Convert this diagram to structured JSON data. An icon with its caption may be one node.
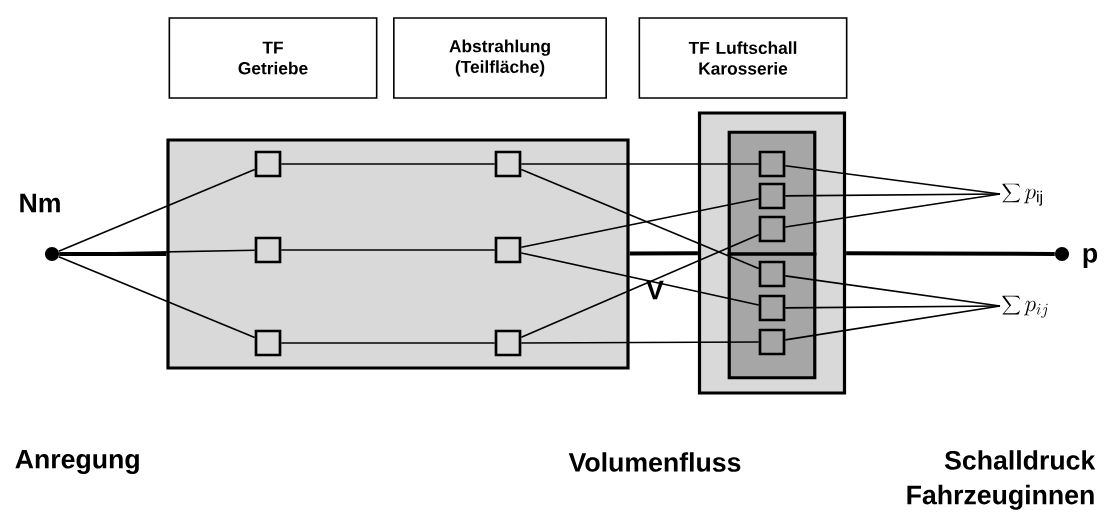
{
  "diagram": {
    "nodes": [
      {
        "text": [
          "TF Getriebe"
        ]
      },
      {
        "text": [
          "Abstrahlung (Teilfläche)"
        ]
      },
      {
        "text": [
          "TF Luftschall Karosserie"
        ]
      },
      {
        "text": [],
        "shape": "box"
      },
      {
        "text": [],
        "shape": "box",
        "in": 3
      },
      {
        "text": [],
        "shape": "box",
        "in": 3
      },
      {
        "text": [],
        "shape": "box",
        "in": 3
      },
      {
        "text": [],
        "shape": "box",
        "in": 3
      },
      {
        "text": [],
        "shape": "box",
        "in": 3
      },
      {
        "text": [],
        "shape": "box",
        "in": 3
      },
      {
        "text": [],
        "shape": "box"
      },
      {
        "text": [],
        "shape": "box",
        "in": 10
      },
      {
        "text": [],
        "shape": "box",
        "in": 11
      },
      {
        "text": [],
        "shape": "box",
        "in": 11
      },
      {
        "text": [],
        "shape": "box",
        "in": 11
      },
      {
        "text": [],
        "shape": "box",
        "in": 11
      },
      {
        "text": [],
        "shape": "box",
        "in": 11
      },
      {
        "text": [],
        "shape": "box",
        "in": 11
      },
      {
        "text": [],
        "shape": "circle",
        "beside": [
          "Nm"
        ]
      },
      {
        "text": [],
        "shape": "circle",
        "beside": [
          "p"
        ]
      },
      {
        "text": [
          "\\sum p_{\\mathrm{ij}}"
        ]
      },
      {
        "text": [
          "\\sum p_{ij}"
        ]
      }
    ],
    "edges": [
      {
        "from": 18,
        "to": 3,
        "arrow": "none",
        "style": "thick"
      },
      {
        "from": 3,
        "to": 10,
        "arrow": "none",
        "style": "thick"
      },
      {
        "from": 10,
        "to": 19,
        "arrow": "none",
        "style": "thick"
      },
      {
        "from": 18,
        "to": 4,
        "arrow": "none"
      },
      {
        "from": 18,
        "to": 5,
        "arrow": "none"
      },
      {
        "from": 18,
        "to": 6,
        "arrow": "none"
      },
      {
        "from": 4,
        "to": 7,
        "arrow": "none"
      },
      {
        "from": 5,
        "to": 8,
        "arrow": "none"
      },
      {
        "from": 6,
        "to": 9,
        "arrow": "none"
      },
      {
        "from": 7,
        "to": 12,
        "arrow": "none"
      },
      {
        "from": 7,
        "to": 15,
        "arrow": "none"
      },
      {
        "from": 8,
        "to": 13,
        "arrow": "none"
      },
      {
        "from": 8,
        "to": 16,
        "arrow": "none"
      },
      {
        "from": 9,
        "to": 14,
        "arrow": "none"
      },
      {
        "from": 9,
        "to": 17,
        "arrow": "none"
      },
      {
        "from": 12,
        "to": 20,
        "arrow": "none"
      },
      {
        "from": 13,
        "to": 20,
        "arrow": "none"
      },
      {
        "from": 14,
        "to": 20,
        "arrow": "none"
      },
      {
        "from": 15,
        "to": 21,
        "arrow": "none"
      },
      {
        "from": 16,
        "to": 21,
        "arrow": "none"
      },
      {
        "from": 17,
        "to": 21,
        "arrow": "none"
      }
    ],
    "labels": [
      "V",
      "Anregung",
      "Volumenfluss",
      "Schalldruck Fahrzeuginnen"
    ]
  }
}
